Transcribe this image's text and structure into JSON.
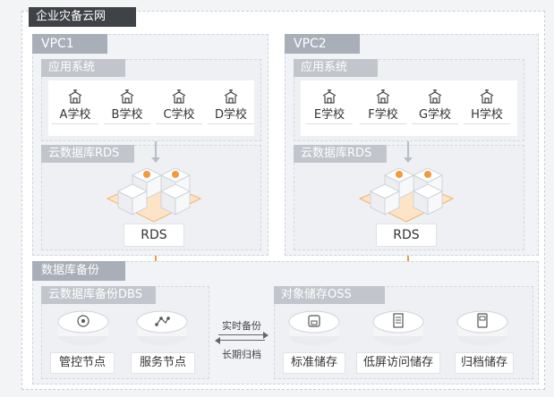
{
  "title": "企业灾备云网",
  "vpc1": {
    "label": "VPC1",
    "app_section": "应用系统",
    "schools": [
      "A学校",
      "B学校",
      "C学校",
      "D学校"
    ],
    "rds_section": "云数据库RDS",
    "rds_label": "RDS"
  },
  "vpc2": {
    "label": "VPC2",
    "app_section": "应用系统",
    "schools": [
      "E学校",
      "F学校",
      "G学校",
      "H学校"
    ],
    "rds_section": "云数据库RDS",
    "rds_label": "RDS"
  },
  "backup": {
    "label": "数据库备份",
    "dbs_section": "云数据库备份DBS",
    "dbs_nodes": [
      "管控节点",
      "服务节点"
    ],
    "oss_section": "对象储存OSS",
    "oss_nodes": [
      "标准储存",
      "低屏访问储存",
      "归档储存"
    ],
    "link_top": "实时备份",
    "link_bottom": "长期归档"
  },
  "colors": {
    "accent": "#f39a3c",
    "dark": "#3f4247",
    "grey": "#a9afb8"
  }
}
